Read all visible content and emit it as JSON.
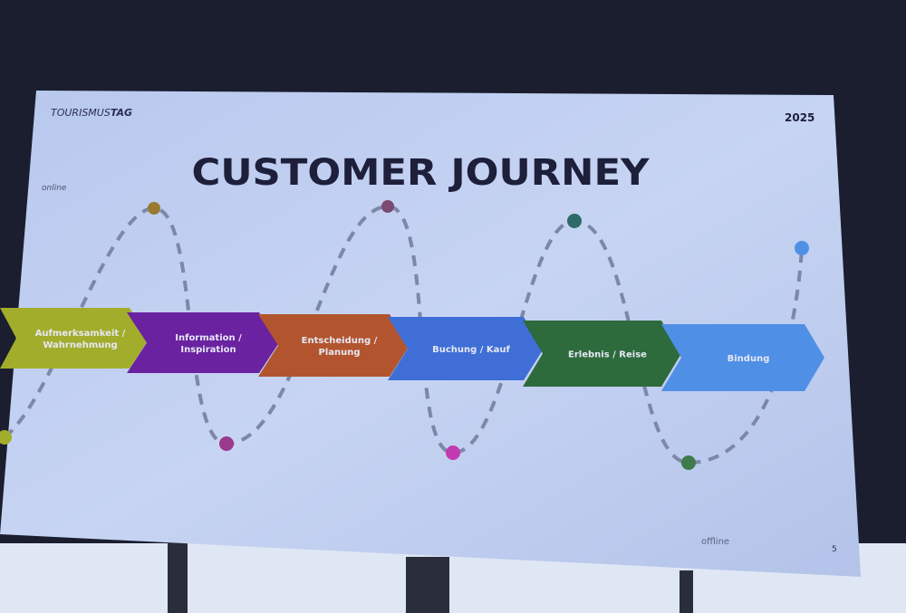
{
  "slide": {
    "brand_left": "TOURISMUS",
    "brand_right": "TAG",
    "year": "2025",
    "title": "CUSTOMER JOURNEY",
    "label_online": "online",
    "label_offline": "offline",
    "page_number": "5"
  },
  "steps": [
    {
      "lines": [
        "Aufmerksamkeit /",
        "Wahrnehmung"
      ],
      "color": "#a3ad2c"
    },
    {
      "lines": [
        "Information /",
        "Inspiration"
      ],
      "color": "#6a22a0"
    },
    {
      "lines": [
        "Entscheidung /",
        "Planung"
      ],
      "color": "#b2552e"
    },
    {
      "lines": [
        "Buchung / Kauf"
      ],
      "color": "#3e6ed6"
    },
    {
      "lines": [
        "Erlebnis / Reise"
      ],
      "color": "#2d6a3c"
    },
    {
      "lines": [
        "Bindung"
      ],
      "color": "#4f8fe6"
    }
  ],
  "colors": {
    "screen": "#c9d6f2",
    "path": "#7d87a8",
    "title": "#1e1f3a"
  }
}
